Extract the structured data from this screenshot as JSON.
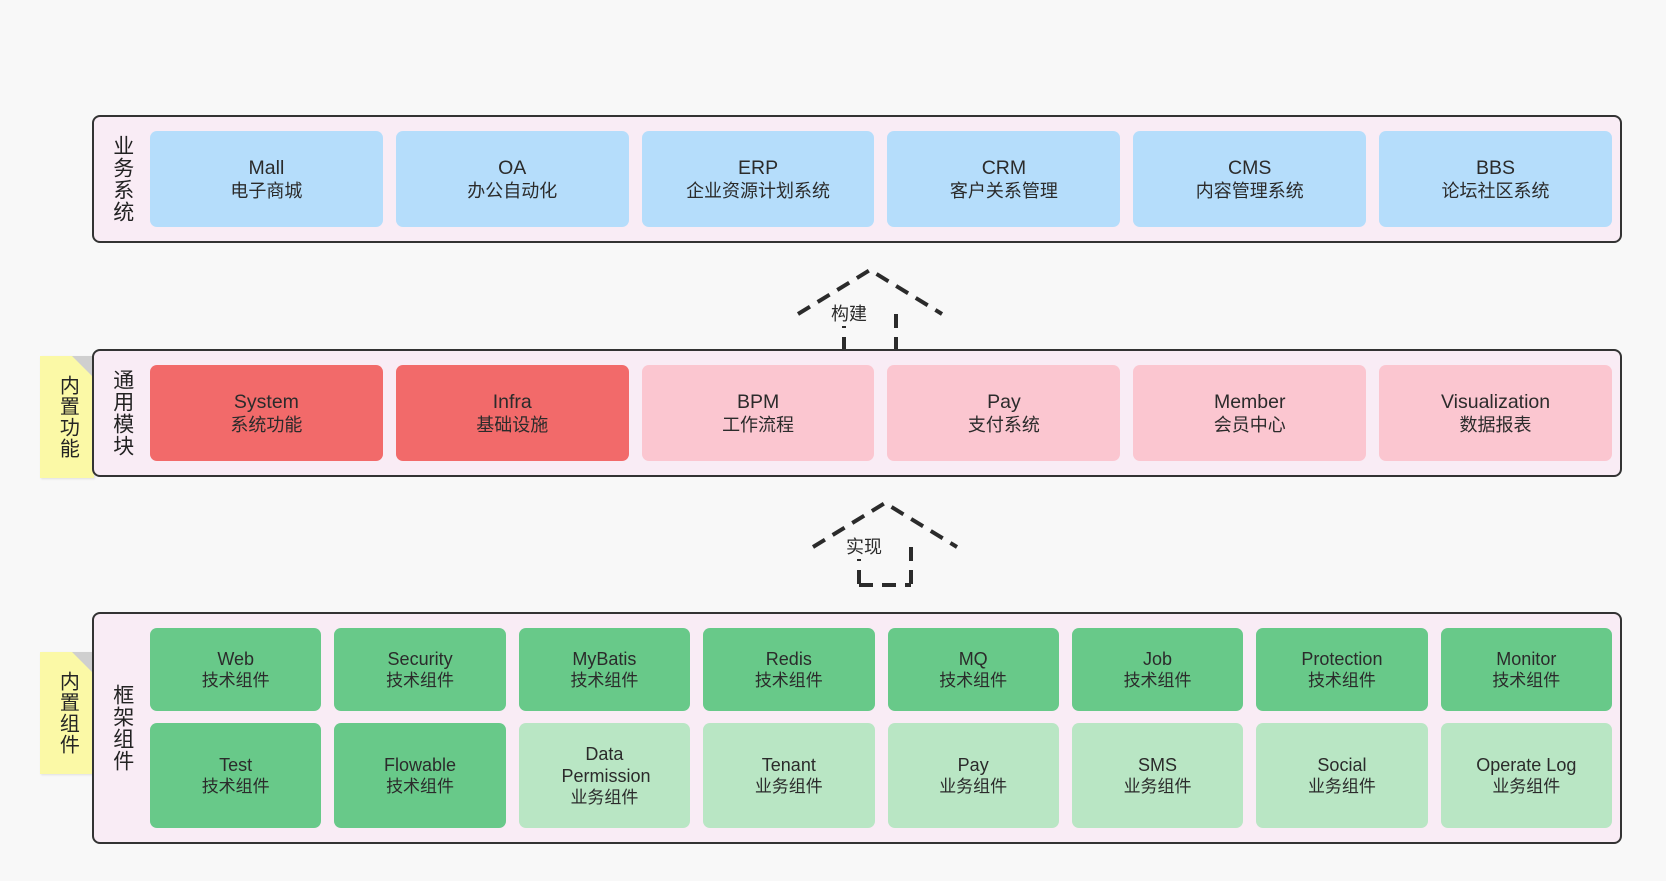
{
  "diagram": {
    "title": "",
    "background": "#f8f8f8",
    "colors": {
      "band_fill": "#f9ecf5",
      "band_border": "#333333",
      "business": "#b5ddfb",
      "module_core": "#f26a6a",
      "module_other": "#fbc6d0",
      "tech_component": "#68c989",
      "business_component": "#b9e6c4",
      "note": "#fbf9a6"
    }
  },
  "layers": [
    {
      "id": "business-system",
      "title": "业务系统",
      "note": null,
      "rows": [
        {
          "cards": [
            {
              "en": "Mall",
              "cn": "电子商城",
              "style": "blue"
            },
            {
              "en": "OA",
              "cn": "办公自动化",
              "style": "blue"
            },
            {
              "en": "ERP",
              "cn": "企业资源计划系统",
              "style": "blue"
            },
            {
              "en": "CRM",
              "cn": "客户关系管理",
              "style": "blue"
            },
            {
              "en": "CMS",
              "cn": "内容管理系统",
              "style": "blue"
            },
            {
              "en": "BBS",
              "cn": "论坛社区系统",
              "style": "blue"
            }
          ]
        }
      ]
    },
    {
      "id": "common-module",
      "title": "通用模块",
      "note": "内置功能",
      "rows": [
        {
          "cards": [
            {
              "en": "System",
              "cn": "系统功能",
              "style": "red"
            },
            {
              "en": "Infra",
              "cn": "基础设施",
              "style": "red"
            },
            {
              "en": "BPM",
              "cn": "工作流程",
              "style": "pink"
            },
            {
              "en": "Pay",
              "cn": "支付系统",
              "style": "pink"
            },
            {
              "en": "Member",
              "cn": "会员中心",
              "style": "pink"
            },
            {
              "en": "Visualization",
              "cn": "数据报表",
              "style": "pink"
            }
          ]
        }
      ]
    },
    {
      "id": "framework-component",
      "title": "框架组件",
      "note": "内置组件",
      "rows": [
        {
          "cards": [
            {
              "en": "Web",
              "cn": "技术组件",
              "style": "green"
            },
            {
              "en": "Security",
              "cn": "技术组件",
              "style": "green"
            },
            {
              "en": "MyBatis",
              "cn": "技术组件",
              "style": "green"
            },
            {
              "en": "Redis",
              "cn": "技术组件",
              "style": "green"
            },
            {
              "en": "MQ",
              "cn": "技术组件",
              "style": "green"
            },
            {
              "en": "Job",
              "cn": "技术组件",
              "style": "green"
            },
            {
              "en": "Protection",
              "cn": "技术组件",
              "style": "green"
            },
            {
              "en": "Monitor",
              "cn": "技术组件",
              "style": "green"
            }
          ]
        },
        {
          "cards": [
            {
              "en": "Test",
              "cn": "技术组件",
              "style": "green"
            },
            {
              "en": "Flowable",
              "cn": "技术组件",
              "style": "green"
            },
            {
              "en": "Data Permission",
              "cn": "业务组件",
              "style": "lightgreen"
            },
            {
              "en": "Tenant",
              "cn": "业务组件",
              "style": "lightgreen"
            },
            {
              "en": "Pay",
              "cn": "业务组件",
              "style": "lightgreen"
            },
            {
              "en": "SMS",
              "cn": "业务组件",
              "style": "lightgreen"
            },
            {
              "en": "Social",
              "cn": "业务组件",
              "style": "lightgreen"
            },
            {
              "en": "Operate Log",
              "cn": "业务组件",
              "style": "lightgreen"
            }
          ]
        }
      ]
    }
  ],
  "connectors": [
    {
      "id": "build",
      "label": "构建",
      "from": "common-module",
      "to": "business-system"
    },
    {
      "id": "implement",
      "label": "实现",
      "from": "framework-component",
      "to": "common-module"
    }
  ]
}
